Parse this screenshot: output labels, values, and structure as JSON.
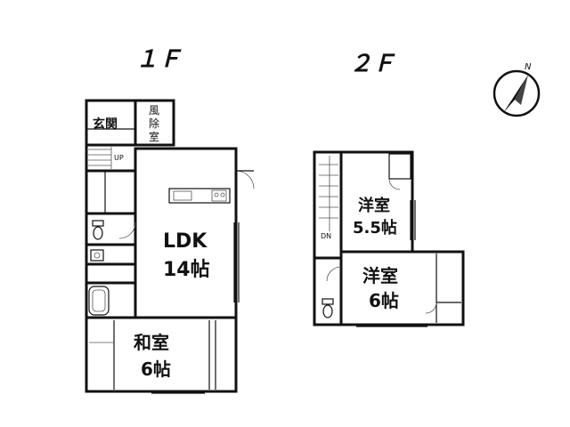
{
  "floors": {
    "first": {
      "label": "１Ｆ",
      "rooms": {
        "entrance": "玄関",
        "windbreak_line1": "風",
        "windbreak_line2": "除",
        "windbreak_line3": "室",
        "ldk_line1": "LDK",
        "ldk_line2": "14帖",
        "washitsu_line1": "和室",
        "washitsu_line2": "6帖"
      },
      "stair_mark": "UP"
    },
    "second": {
      "label": "２Ｆ",
      "rooms": {
        "youshitsu_a_line1": "洋室",
        "youshitsu_a_line2": "5.5帖",
        "youshitsu_b_line1": "洋室",
        "youshitsu_b_line2": "6帖"
      },
      "stair_mark": "DN"
    }
  },
  "compass": {
    "north_label": "N",
    "icon": "north-arrow-icon"
  }
}
